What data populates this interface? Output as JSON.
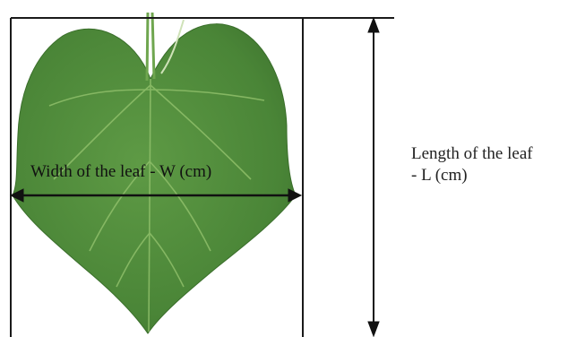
{
  "width_label": "Width of the leaf - W (cm)",
  "length_label_line1": "Length of the leaf",
  "length_label_line2": "- L (cm)",
  "colors": {
    "leaf": "#4d8a3a",
    "leaf_dark": "#3a6e2b",
    "leaf_vein": "#8fbf6a",
    "line": "#1a1a1a"
  }
}
